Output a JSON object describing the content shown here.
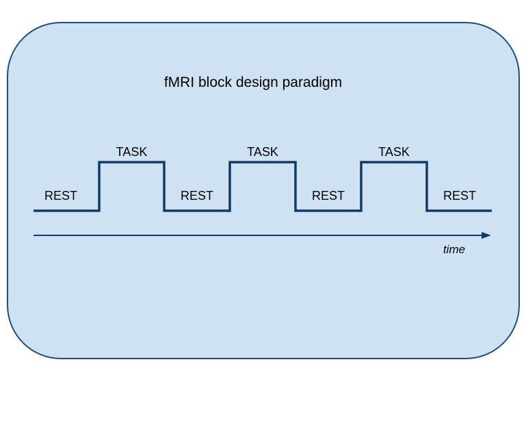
{
  "diagram": {
    "title": "fMRI block design paradigm",
    "time_label": "time",
    "blocks": [
      {
        "label": "REST",
        "state": "rest"
      },
      {
        "label": "TASK",
        "state": "task"
      },
      {
        "label": "REST",
        "state": "rest"
      },
      {
        "label": "TASK",
        "state": "task"
      },
      {
        "label": "REST",
        "state": "rest"
      },
      {
        "label": "TASK",
        "state": "task"
      },
      {
        "label": "REST",
        "state": "rest"
      }
    ],
    "colors": {
      "panel_fill": "#cfe2f3",
      "panel_stroke": "#1f4e79",
      "signal": "#123a66",
      "text": "#000000"
    }
  }
}
